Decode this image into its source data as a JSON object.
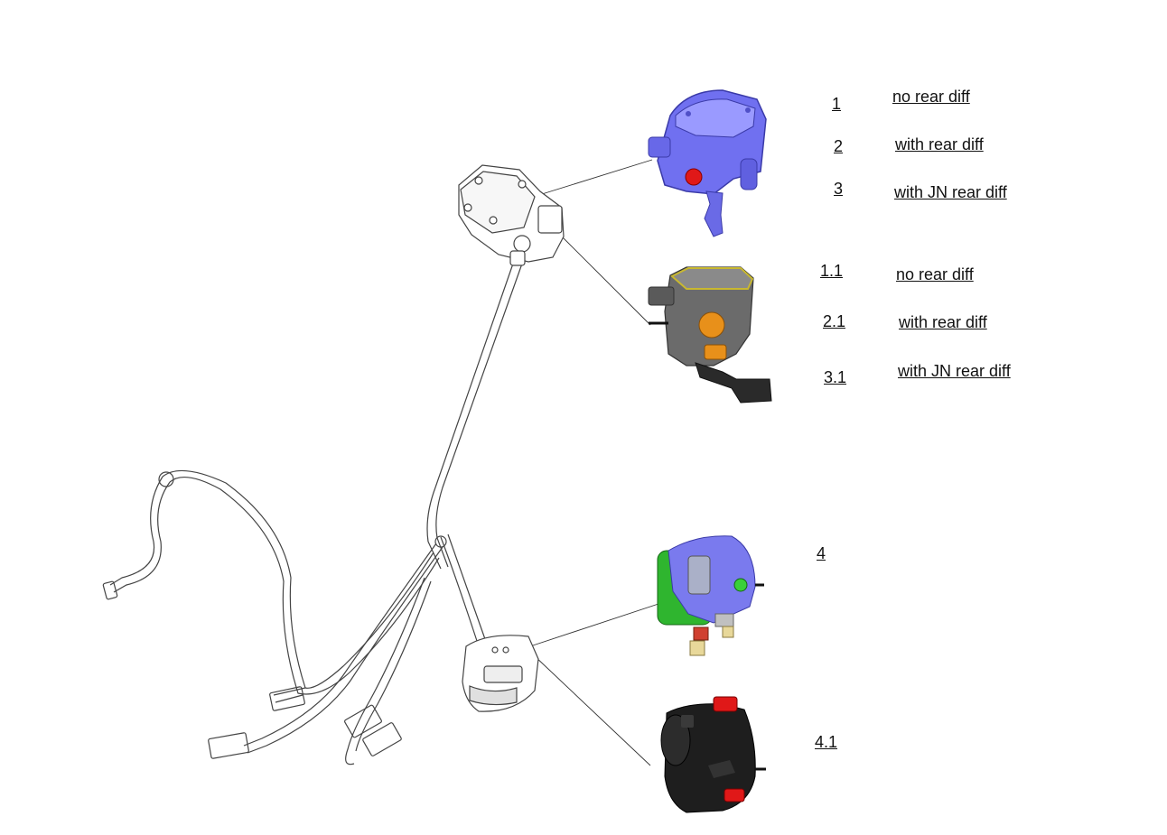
{
  "callouts": {
    "c1": {
      "num": "1",
      "desc": "no rear diff"
    },
    "c2": {
      "num": "2",
      "desc": "with rear diff"
    },
    "c3": {
      "num": "3",
      "desc": "with JN rear diff"
    },
    "c11": {
      "num": "1.1",
      "desc": "no rear diff"
    },
    "c21": {
      "num": "2.1",
      "desc": "with rear diff"
    },
    "c31": {
      "num": "3.1",
      "desc": "with JN rear diff"
    },
    "c4": {
      "num": "4"
    },
    "c41": {
      "num": "4.1"
    }
  },
  "colors": {
    "throttle_blue": "#7070f0",
    "throttle_grey": "#6b6b6b",
    "switch_blue": "#7a7aee",
    "switch_green": "#2fb52f",
    "switch_black": "#1e1e1e",
    "accent_red": "#e01818",
    "accent_orange": "#e8901a"
  }
}
